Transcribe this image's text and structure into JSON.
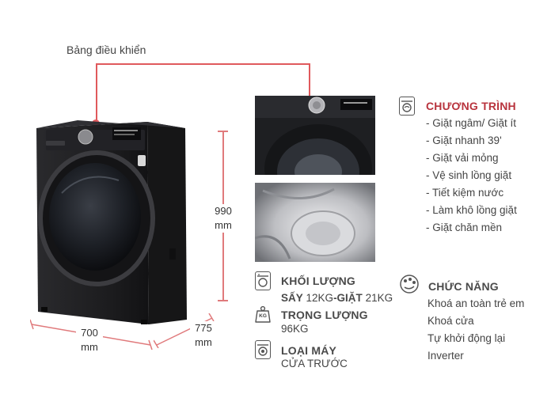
{
  "control_panel_label": "Bảng điều khiển",
  "dimensions": {
    "height_value": "990",
    "height_unit": "mm",
    "width_value": "700",
    "width_unit": "mm",
    "depth_value": "775",
    "depth_unit": "mm"
  },
  "specs": {
    "capacity_heading": "KHỐI LƯỢNG",
    "capacity_dry_label": "SẤY",
    "capacity_dry_value": "12KG",
    "capacity_wash_label": "-GIẶT",
    "capacity_wash_value": "21KG",
    "weight_heading": "TRỌNG LƯỢNG",
    "weight_value": "96KG",
    "weight_icon_text": "KG",
    "type_heading": "LOẠI MÁY",
    "type_value": "CỬA TRƯỚC"
  },
  "programs": {
    "heading": "CHƯƠNG TRÌNH",
    "items": [
      "- Giặt ngâm/ Giặt ít",
      "- Giặt nhanh 39'",
      "- Giặt vải mỏng",
      "- Vệ sinh lồng giặt",
      "- Tiết kiệm nước",
      "- Làm khô lồng giặt",
      "- Giặt chăn mền"
    ]
  },
  "features": {
    "heading": "CHỨC NĂNG",
    "items": [
      "Khoá an toàn trẻ em",
      "Khoá cửa",
      "Tự khởi động lại",
      "Inverter"
    ]
  },
  "colors": {
    "accent_red": "#b8333d",
    "line_red": "#e0595c",
    "machine_black": "#1c1c1e"
  }
}
